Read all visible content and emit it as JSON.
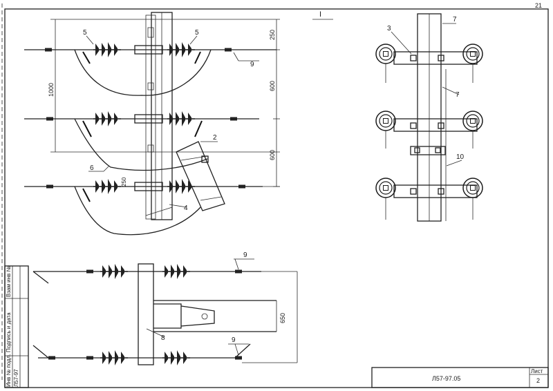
{
  "drawing": {
    "detail_label": "I",
    "corner_mark": "21",
    "doc_code": "Л57-97.05",
    "sheet_label": "Лист",
    "sheet_number": "2"
  },
  "side_stamp": {
    "cells": [
      "Взам инв №",
      "Подпись и дата",
      "Инв № подл.",
      "Л57-97"
    ]
  },
  "dimensions": {
    "d250_top": "250",
    "d600_mid": "600",
    "d600_low": "600",
    "d1000": "1000",
    "d250_small": "250",
    "d650": "650"
  },
  "callouts": {
    "c5a": "5",
    "c5b": "5",
    "c9a": "9",
    "c2": "2",
    "c6": "6",
    "c4": "4",
    "c3": "3",
    "c7a": "7",
    "c7b": "7",
    "c10": "10",
    "c9b": "9",
    "c9c": "9",
    "c8": "8"
  },
  "icons": {
    "insulator": "insulator-string-icon",
    "sleeve": "wire-sleeve-icon",
    "bolt": "bolt-icon"
  }
}
